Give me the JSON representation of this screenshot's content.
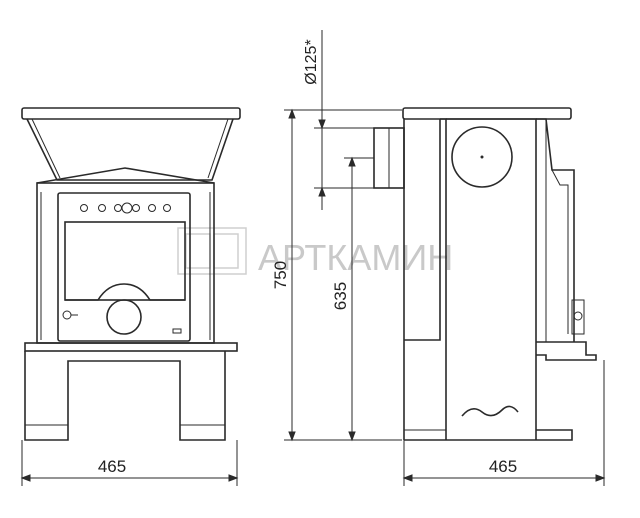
{
  "watermark": {
    "text": "АРТКАМИН"
  },
  "dimensions": {
    "front_width": "465",
    "side_depth": "465",
    "total_height": "750",
    "flue_height": "635",
    "flue_diameter": "Ø125*"
  }
}
